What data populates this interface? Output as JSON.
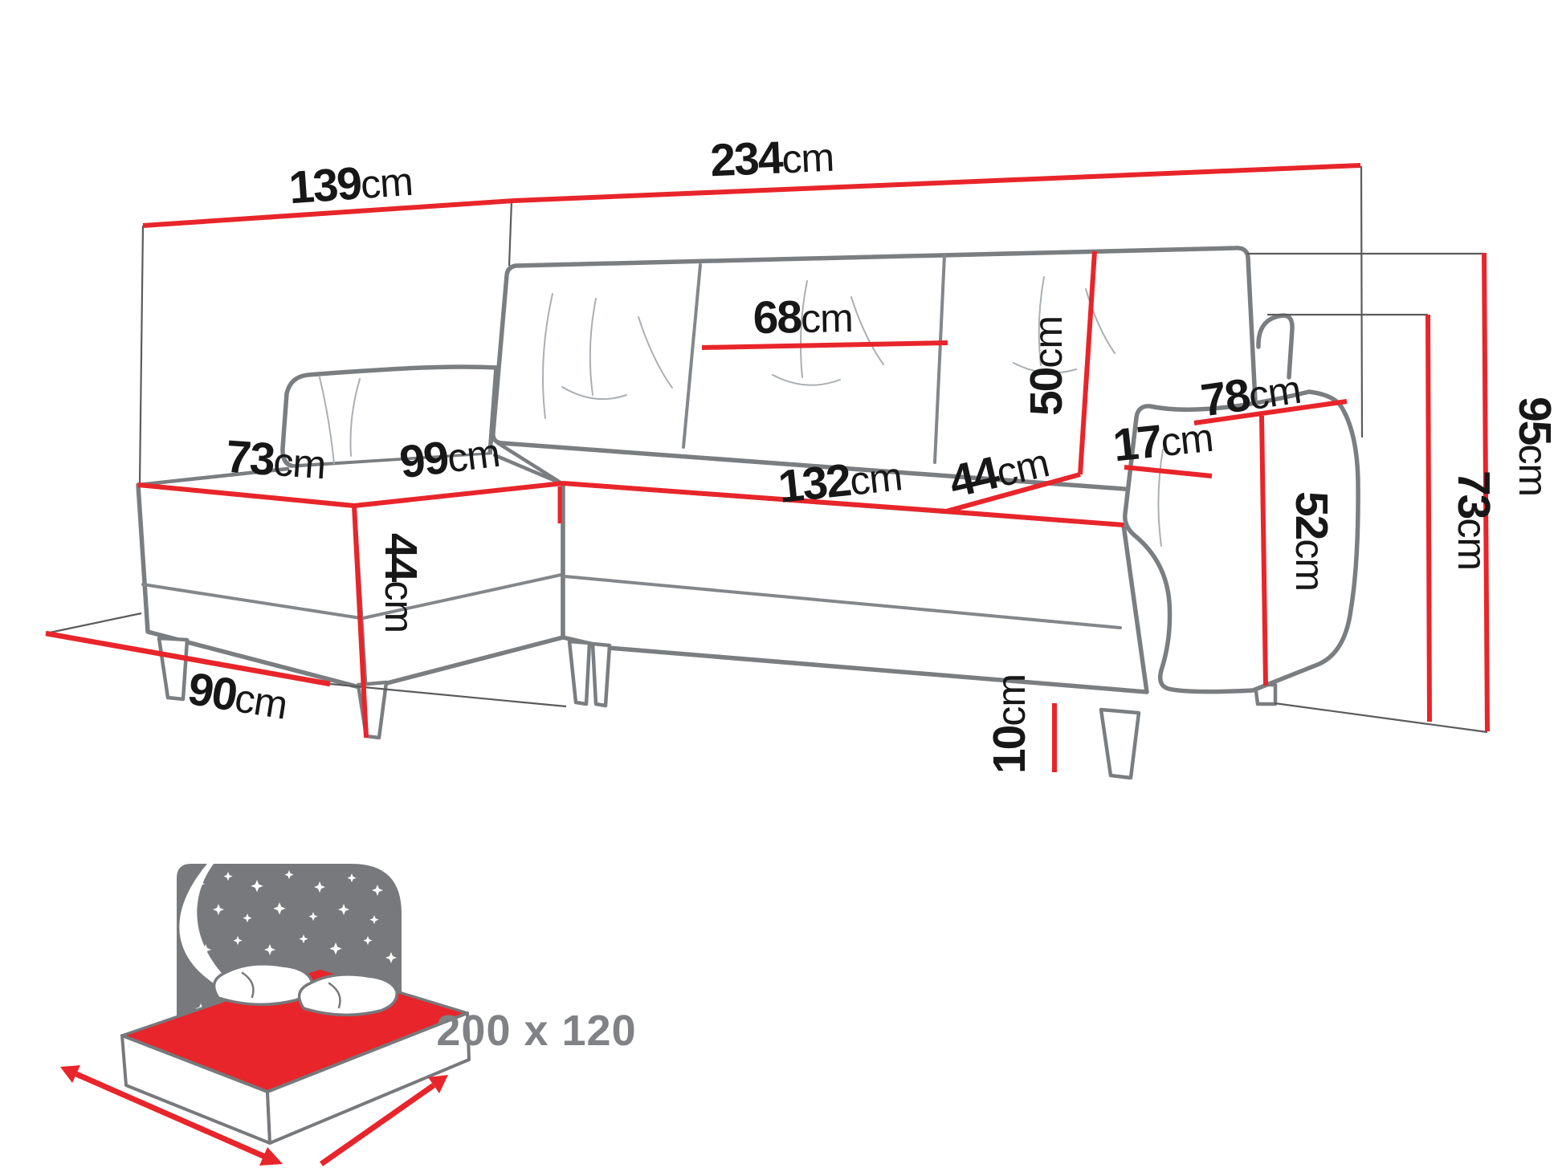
{
  "diagram": {
    "type": "corner-sofa dimension drawing",
    "unit": "cm",
    "colors": {
      "dimension_line_red": "#e8252a",
      "sofa_outline_gray": "#7b7e81",
      "guide_line_gray": "#5a5b5d",
      "label_black": "#171717",
      "icon_gray": "#77797c",
      "sleeping_label_gray": "#808285",
      "background": "#ffffff"
    }
  },
  "dimensions": {
    "chaise_width": {
      "value": "139",
      "unit": "cm"
    },
    "total_length": {
      "value": "234",
      "unit": "cm"
    },
    "back_cushion_width": {
      "value": "68",
      "unit": "cm"
    },
    "backrest_height": {
      "value": "50",
      "unit": "cm"
    },
    "chaise_front_width": {
      "value": "73",
      "unit": "cm"
    },
    "chaise_side_depth": {
      "value": "99",
      "unit": "cm"
    },
    "seat_front_width": {
      "value": "132",
      "unit": "cm"
    },
    "seat_depth": {
      "value": "44",
      "unit": "cm"
    },
    "armrest_top_width": {
      "value": "17",
      "unit": "cm"
    },
    "armrest_length": {
      "value": "78",
      "unit": "cm"
    },
    "armrest_height": {
      "value": "52",
      "unit": "cm"
    },
    "chaise_height": {
      "value": "44",
      "unit": "cm"
    },
    "chaise_floor_depth": {
      "value": "90",
      "unit": "cm"
    },
    "leg_height": {
      "value": "10",
      "unit": "cm"
    },
    "seat_back_height": {
      "value": "73",
      "unit": "cm"
    },
    "total_height": {
      "value": "95",
      "unit": "cm"
    }
  },
  "sleeping_area": {
    "size_label": "200 x 120"
  }
}
